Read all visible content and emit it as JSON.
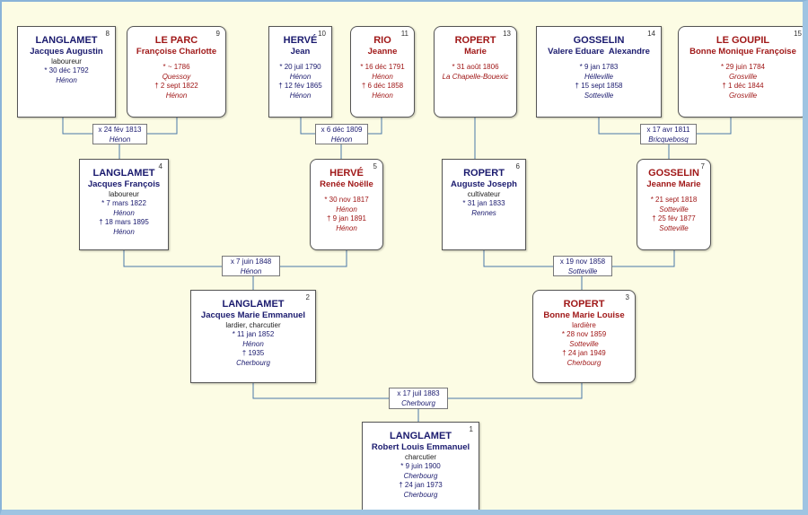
{
  "people": {
    "p1": {
      "num": "1",
      "surname": "LANGLAMET",
      "given": "Robert Louis Emmanuel",
      "occupation": "charcutier",
      "birth": "* 9 juin 1900",
      "birth_place": "Cherbourg",
      "death": "† 24 jan 1973",
      "death_place": "Cherbourg"
    },
    "p2": {
      "num": "2",
      "surname": "LANGLAMET",
      "given": "Jacques Marie Emmanuel",
      "occupation": "lardier, charcutier",
      "birth": "* 11 jan 1852",
      "birth_place": "Hénon",
      "death": "† 1935",
      "death_place": "Cherbourg"
    },
    "p3": {
      "num": "3",
      "surname": "ROPERT",
      "given": "Bonne Marie Louise",
      "occupation": "lardière",
      "birth": "* 28 nov 1859",
      "birth_place": "Sotteville",
      "death": "† 24 jan 1949",
      "death_place": "Cherbourg"
    },
    "p4": {
      "num": "4",
      "surname": "LANGLAMET",
      "given": "Jacques François",
      "occupation": "laboureur",
      "birth": "* 7 mars 1822",
      "birth_place": "Hénon",
      "death": "† 18 mars 1895",
      "death_place": "Hénon"
    },
    "p5": {
      "num": "5",
      "surname": "HERVÉ",
      "given": "Renée Noëlle",
      "birth": "* 30 nov 1817",
      "birth_place": "Hénon",
      "death": "† 9 jan 1891",
      "death_place": "Hénon"
    },
    "p6": {
      "num": "6",
      "surname": "ROPERT",
      "given": "Auguste Joseph",
      "occupation": "cultivateur",
      "birth": "* 31 jan 1833",
      "birth_place": "Rennes"
    },
    "p7": {
      "num": "7",
      "surname": "GOSSELIN",
      "given": "Jeanne Marie",
      "birth": "* 21 sept 1818",
      "birth_place": "Sotteville",
      "death": "† 25 fév 1877",
      "death_place": "Sotteville"
    },
    "p8": {
      "num": "8",
      "surname": "LANGLAMET",
      "given": "Jacques Augustin",
      "occupation": "laboureur",
      "birth": "* 30 déc 1792",
      "birth_place": "Hénon"
    },
    "p9": {
      "num": "9",
      "surname": "LE PARC",
      "given": "Françoise Charlotte",
      "birth": "* ~ 1786",
      "birth_place": "Quessoy",
      "death": "† 2 sept 1822",
      "death_place": "Hénon"
    },
    "p10": {
      "num": "10",
      "surname": "HERVÉ",
      "given": "Jean",
      "birth": "* 20 juil 1790",
      "birth_place": "Hénon",
      "death": "† 12 fév 1865",
      "death_place": "Hénon"
    },
    "p11": {
      "num": "11",
      "surname": "RIO",
      "given": "Jeanne",
      "birth": "* 16 déc 1791",
      "birth_place": "Hénon",
      "death": "† 6 déc 1858",
      "death_place": "Hénon"
    },
    "p12": {
      "num": "13",
      "surname": "ROPERT",
      "given": "Marie",
      "birth": "* 31 août 1806",
      "birth_place": "La Chapelle-Bouexic"
    },
    "p13": {
      "num": "14",
      "surname": "GOSSELIN",
      "given": "Valere Eduare  Alexandre",
      "birth": "* 9 jan 1783",
      "birth_place": "Hélleville",
      "death": "† 15 sept 1858",
      "death_place": "Sotteville"
    },
    "p14": {
      "num": "15",
      "surname": "LE GOUPIL",
      "given": "Bonne Monique Françoise",
      "birth": "* 29 juin 1784",
      "birth_place": "Grosville",
      "death": "† 1 déc 1844",
      "death_place": "Grosville"
    }
  },
  "marriages": {
    "m1": {
      "date": "x 17 juil 1883",
      "place": "Cherbourg"
    },
    "m2": {
      "date": "x 7 juin 1848",
      "place": "Hénon"
    },
    "m3": {
      "date": "x 19 nov 1858",
      "place": "Sotteville"
    },
    "m4": {
      "date": "x 24 fév 1813",
      "place": "Hénon"
    },
    "m5": {
      "date": "x 6 déc 1809",
      "place": "Hénon"
    },
    "m6": {
      "date": "x 17 avr 1811",
      "place": "Bricquebosq"
    }
  },
  "colors": {
    "male": "#1a1a6e",
    "female": "#a01818",
    "background": "#fcfce4",
    "frame": "#8ab4d8"
  }
}
